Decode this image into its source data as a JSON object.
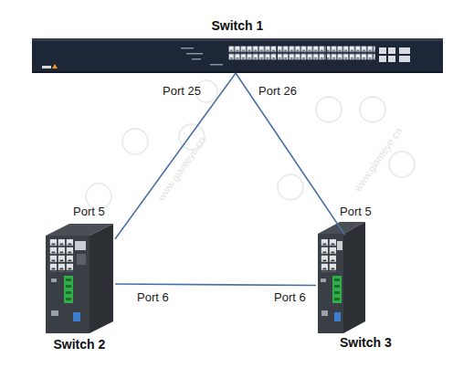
{
  "diagram": {
    "nodes": [
      {
        "text": [
          "Switch 1"
        ]
      },
      {
        "text": [
          "Switch 2"
        ]
      },
      {
        "text": [
          "Switch 3"
        ]
      }
    ],
    "edges": [
      {
        "from": 0,
        "to": 1,
        "arrow": "none"
      },
      {
        "from": 0,
        "to": 2,
        "arrow": "none"
      },
      {
        "from": 1,
        "to": 2,
        "arrow": "none"
      }
    ],
    "labels": [
      "Port 25",
      "Port 26",
      "Port 5",
      "Port 5",
      "Port 6",
      "Port 6",
      "www.gianteye.cn",
      "www.gianteye.cn"
    ]
  }
}
